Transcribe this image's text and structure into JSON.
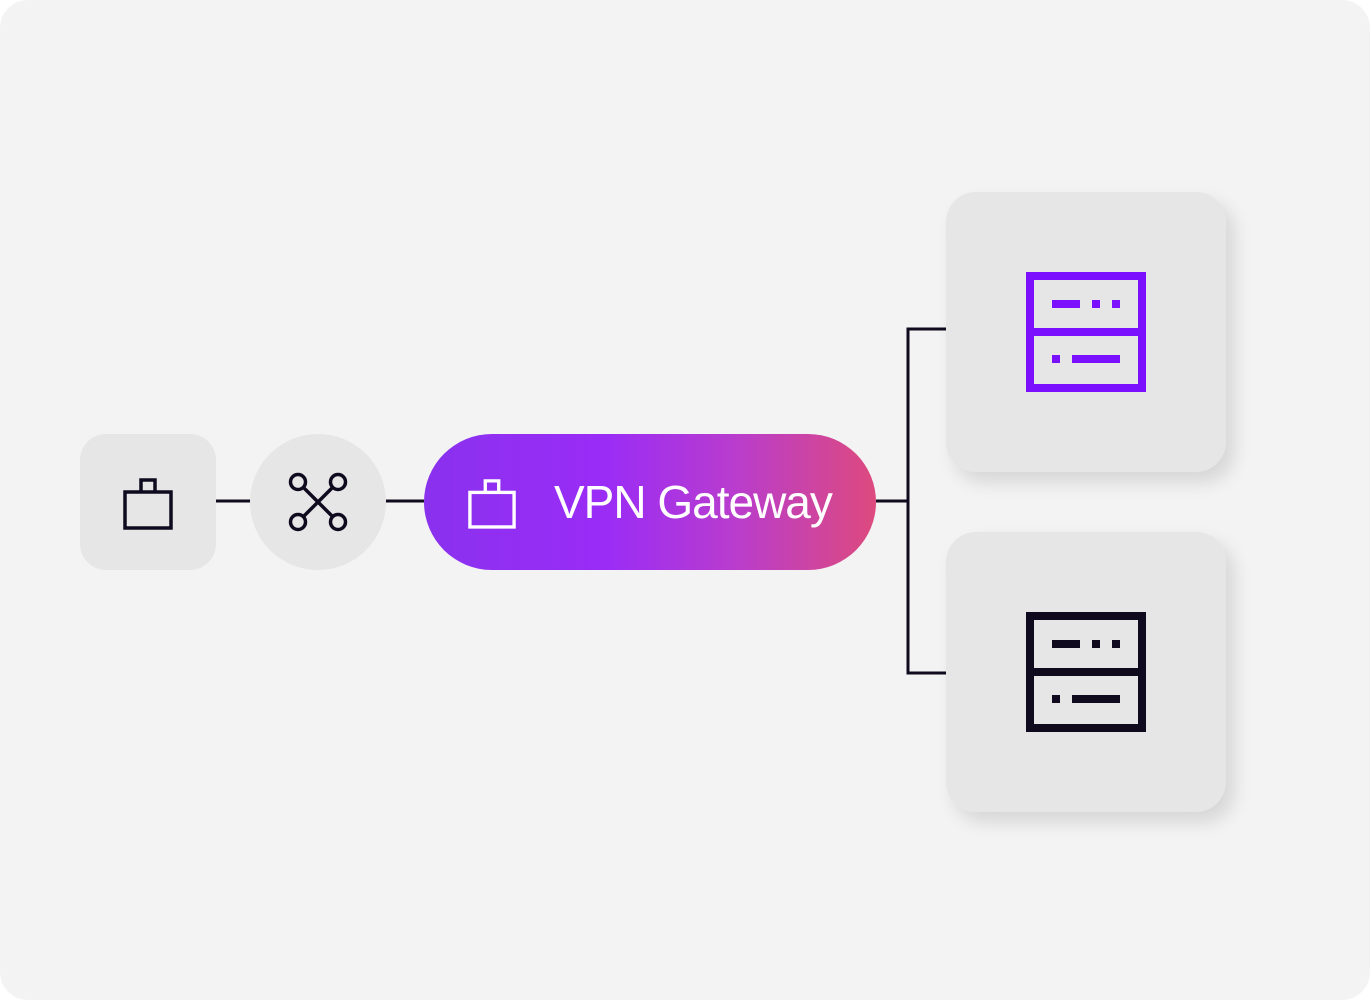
{
  "diagram": {
    "gateway": {
      "label": "VPN Gateway",
      "icon": "lock-icon"
    },
    "nodes": [
      {
        "id": "client-lock",
        "icon": "lock-icon",
        "shape": "rounded-square"
      },
      {
        "id": "network-hub",
        "icon": "network-nodes-icon",
        "shape": "circle"
      },
      {
        "id": "server-top",
        "icon": "server-icon",
        "accent": "#7b10ff"
      },
      {
        "id": "server-bottom",
        "icon": "server-icon",
        "accent": "#0f0a1e"
      }
    ],
    "colors": {
      "background": "#f3f3f3",
      "node_fill": "#e6e6e6",
      "line": "#0f0a1e",
      "gradient_start": "#8a31ee",
      "gradient_mid": "#9a2cf6",
      "gradient_end": "#dd4a7e",
      "accent": "#7b10ff"
    }
  }
}
